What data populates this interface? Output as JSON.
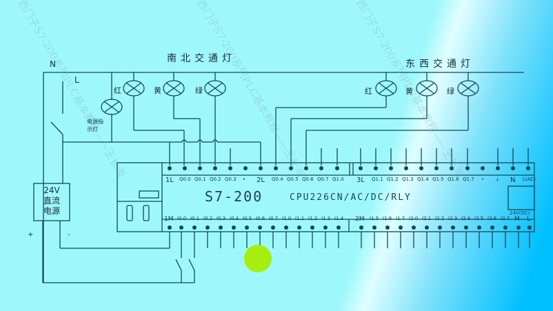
{
  "diagram": {
    "title_ns": "南北交通灯",
    "title_ew": "东西交通灯",
    "neutral_label": "N",
    "line_label": "L",
    "lamps_ns": [
      {
        "label": "红"
      },
      {
        "label": "黄"
      },
      {
        "label": "绿"
      }
    ],
    "lamps_ew": [
      {
        "label": "红"
      },
      {
        "label": "黄"
      },
      {
        "label": "绿"
      }
    ],
    "power_lamp_label_1": "电源指",
    "power_lamp_label_2": "示灯",
    "psu": {
      "line1": "24V",
      "line2": "直流",
      "line3": "电源",
      "plus": "+",
      "minus": "-"
    },
    "plc": {
      "name": "S7-200",
      "model": "CPU226CN/AC/DC/RLY",
      "outputs_top": [
        "1L",
        "Q0.0",
        "Q0.1",
        "Q0.2",
        "Q0.3",
        "•",
        "2L",
        "Q0.4",
        "Q0.5",
        "Q0.6",
        "Q0.7",
        "Q1.0",
        "3L",
        "Q1.1",
        "Q1.2",
        "Q1.3",
        "Q1.4",
        "Q1.5",
        "Q1.6",
        "Q1.7",
        "•",
        "⏚",
        "N",
        "L(AC)"
      ],
      "inputs_bottom": [
        "1M",
        "I0.0",
        "I0.1",
        "I0.2",
        "I0.3",
        "I0.4",
        "I0.5",
        "I0.6",
        "I0.7",
        "I1.0",
        "I1.1",
        "I1.2",
        "I1.3",
        "I1.4",
        "2M",
        "I1.5",
        "I1.6",
        "I1.7",
        "I2.0",
        "I2.1",
        "I2.2",
        "I2.3",
        "I2.4",
        "I2.5",
        "I2.6",
        "I2.7",
        "M",
        "L"
      ],
      "sensor_supply": "24V(DC)"
    },
    "watermark": "西门子S7-200系列PLC基本教程——王长海",
    "colors": {
      "background": "#9ef8fb",
      "wire": "#0e4a55",
      "highlight_marker": "#a6ee0e",
      "glow": "#00c2ff"
    }
  }
}
